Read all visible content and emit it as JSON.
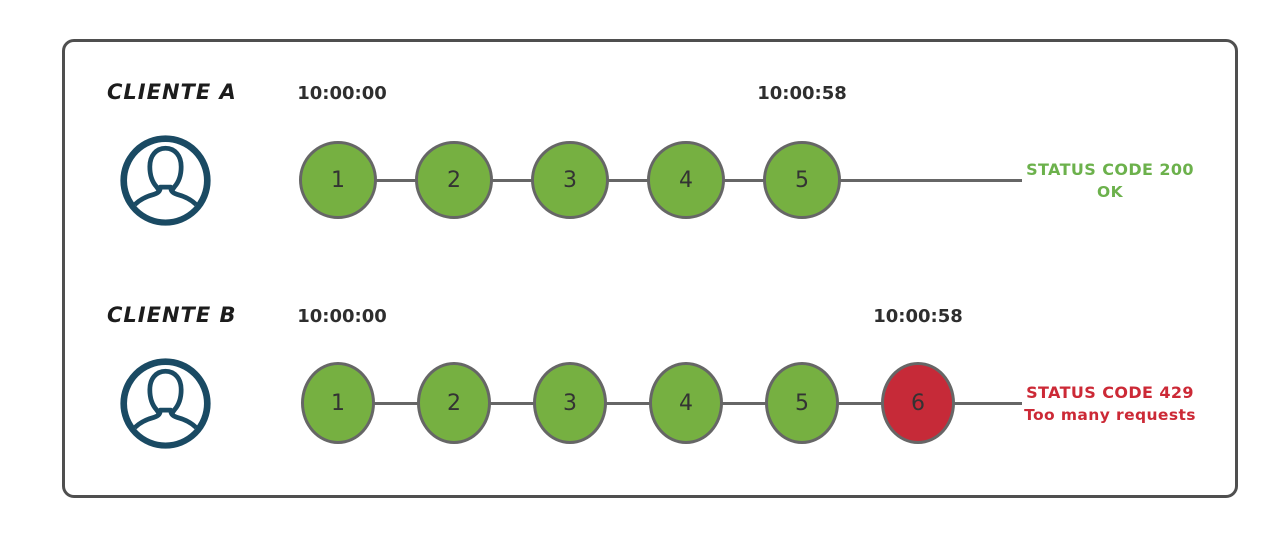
{
  "colors": {
    "success_fill": "#76b041",
    "error_fill": "#c62a38",
    "node_border": "#666666",
    "connector_gray": "#666666",
    "avatar_navy": "#1a4a63",
    "status_ok_text": "#6cb14c",
    "status_error_text": "#cc2936",
    "frame_border": "#4f4f4f"
  },
  "clients": [
    {
      "label": "CLIENTE A",
      "avatar_icon": "user-avatar-icon",
      "start_time": "10:00:00",
      "end_time": "10:00:58",
      "requests": [
        {
          "label": "1",
          "result": "success"
        },
        {
          "label": "2",
          "result": "success"
        },
        {
          "label": "3",
          "result": "success"
        },
        {
          "label": "4",
          "result": "success"
        },
        {
          "label": "5",
          "result": "success"
        }
      ],
      "status": {
        "line1": "STATUS CODE 200",
        "line2": "OK",
        "color": "#6cb14c"
      }
    },
    {
      "label": "CLIENTE B",
      "avatar_icon": "user-avatar-icon",
      "start_time": "10:00:00",
      "end_time": "10:00:58",
      "requests": [
        {
          "label": "1",
          "result": "success"
        },
        {
          "label": "2",
          "result": "success"
        },
        {
          "label": "3",
          "result": "success"
        },
        {
          "label": "4",
          "result": "success"
        },
        {
          "label": "5",
          "result": "success"
        },
        {
          "label": "6",
          "result": "error"
        }
      ],
      "status": {
        "line1": "STATUS CODE 429",
        "line2": "Too many requests",
        "color": "#cc2936"
      }
    }
  ]
}
